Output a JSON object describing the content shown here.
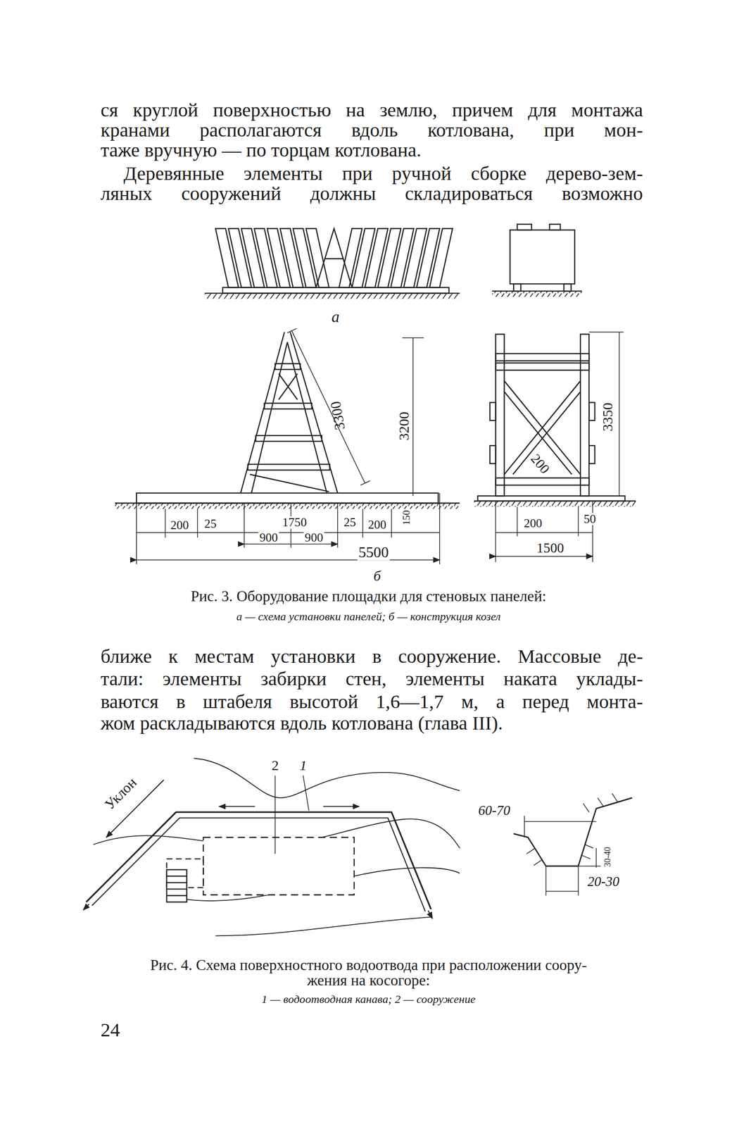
{
  "diagram": {
    "labels": [
      "ся круглой поверхностью на землю, причем для монтажа",
      "кранами располагаются вдоль котлована, при мон-",
      "таже вручную — по торцам котлована.",
      "Деревянные элементы при ручной сборке дерево-зем-",
      "ляных сооружений должны складироваться возможно",
      "а",
      "3300",
      "3200",
      "200",
      "3350",
      "200",
      "25",
      "1750",
      "25",
      "200",
      "150",
      "200",
      "50",
      "900",
      "900",
      "5500",
      "1500",
      "б",
      "Рис. 3. Оборудование площадки для стеновых панелей:",
      "а — схема установки панелей; б — конструкция козел",
      "ближе к местам установки в сооружение. Массовые де-",
      "тали: элементы забирки стен, элементы наката уклады-",
      "ваются в штабеля высотой 1,6—1,7 м, а перед монта-",
      "жом раскладываются вдоль котлована (глава III).",
      "2",
      "1",
      "Уклон",
      "60-70",
      "30-40",
      "20-30",
      "Рис. 4. Схема поверхностного водоотвода при расположении соору-",
      "жения на косогоре:",
      "1 — водоотводная канава; 2 — сооружение",
      "24"
    ]
  }
}
